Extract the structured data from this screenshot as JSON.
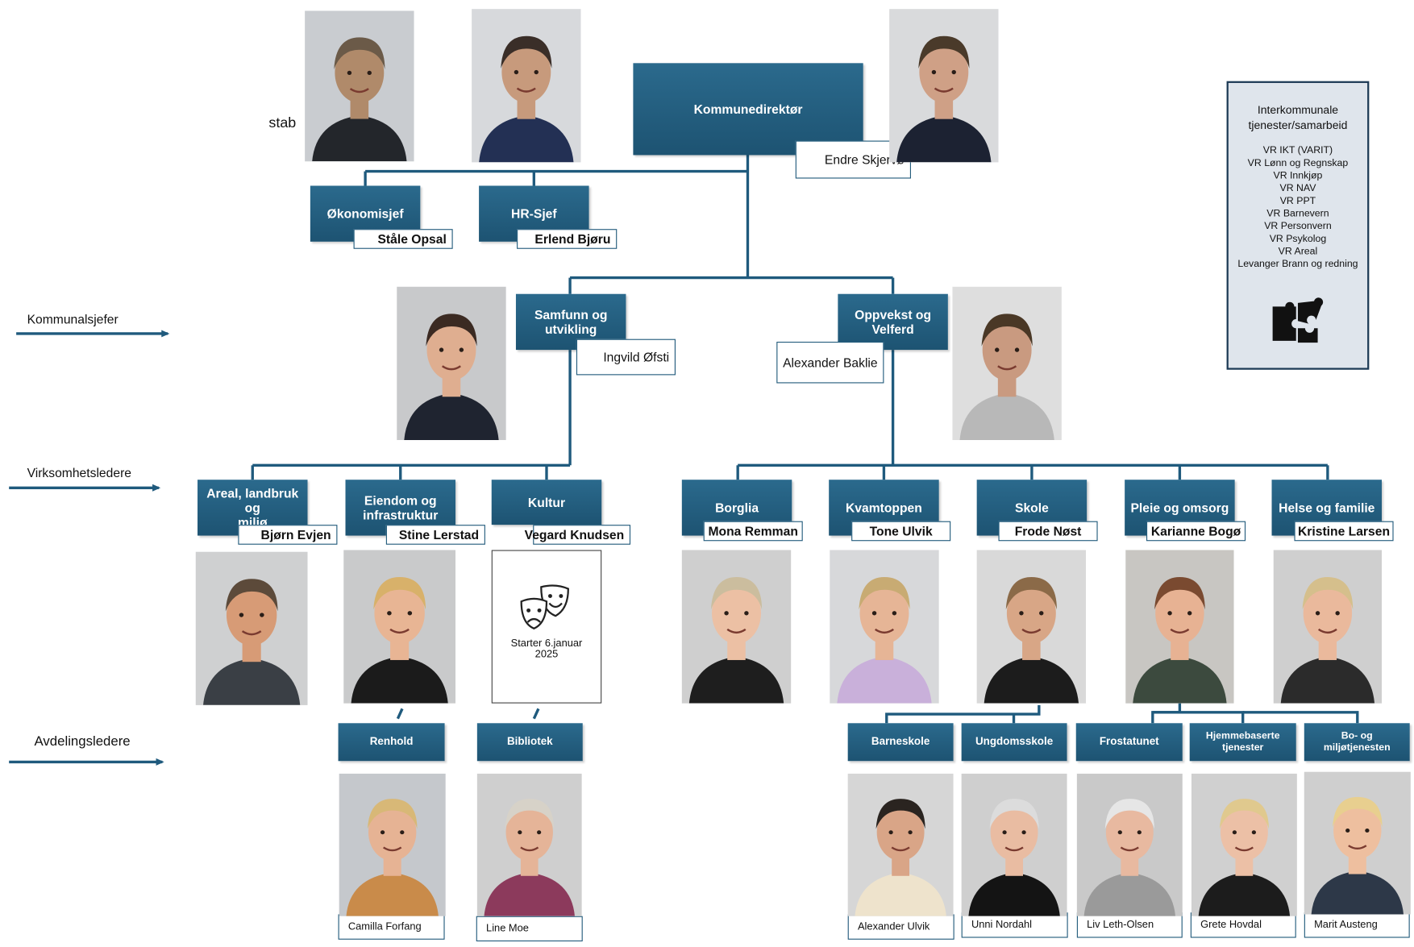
{
  "stab_label": "stab",
  "director": {
    "title": "Kommunedirektør",
    "name": "Endre Skjervø"
  },
  "staff": [
    {
      "title": "Økonomisjef",
      "name": "Ståle Opsal"
    },
    {
      "title": "HR-Sjef",
      "name": "Erlend Bjøru"
    }
  ],
  "lanes": {
    "kommunalsjefer": "Kommunalsjefer",
    "virksomhetsledere": "Virksomhetsledere",
    "avdelingsledere": "Avdelingsledere"
  },
  "kommunalsjefer": [
    {
      "title": "Samfunn og\nutvikling",
      "name": "Ingvild Øfsti"
    },
    {
      "title": "Oppvekst og\nVelferd",
      "name": "Alexander Baklie"
    }
  ],
  "units": [
    {
      "title": "Areal, landbruk og\nmiljø",
      "name": "Bjørn Evjen"
    },
    {
      "title": "Eiendom og\ninfrastruktur",
      "name": "Stine Lerstad"
    },
    {
      "title": "Kultur",
      "name": "Vegard Knudsen"
    },
    {
      "title": "Borglia",
      "name": "Mona Remman"
    },
    {
      "title": "Kvamtoppen",
      "name": "Tone Ulvik"
    },
    {
      "title": "Skole",
      "name": "Frode Nøst"
    },
    {
      "title": "Pleie og omsorg",
      "name": "Karianne Bogø"
    },
    {
      "title": "Helse og familie",
      "name": "Kristine Larsen"
    }
  ],
  "kultur_card": {
    "line1": "Starter 6.januar",
    "line2": "2025"
  },
  "departments": [
    {
      "title": "Renhold",
      "name": "Camilla Forfang"
    },
    {
      "title": "Bibliotek",
      "name": "Line Moe"
    },
    {
      "title": "Barneskole",
      "name": "Alexander Ulvik"
    },
    {
      "title": "Ungdomsskole",
      "name": "Unni Nordahl"
    },
    {
      "title": "Frostatunet",
      "name": "Liv Leth-Olsen"
    },
    {
      "title": "Hjemmebaserte\ntjenester",
      "name": "Grete Hovdal"
    },
    {
      "title": "Bo- og\nmiljøtjenesten",
      "name": "Marit Austeng"
    }
  ],
  "intermunicipal": {
    "title": "Interkommunale\ntjenester/samarbeid",
    "items": [
      "VR IKT (VARIT)",
      "VR Lønn og Regnskap",
      "VR Innkjøp",
      "VR NAV",
      "VR PPT",
      "VR Barnevern",
      "VR Personvern",
      "VR Psykolog",
      "VR Areal",
      "Levanger Brann og redning"
    ],
    "icon": "puzzle-icon"
  },
  "colors": {
    "box": "#1f587a",
    "line": "#1f5a7d",
    "inter_bg": "#dfe5ec"
  }
}
